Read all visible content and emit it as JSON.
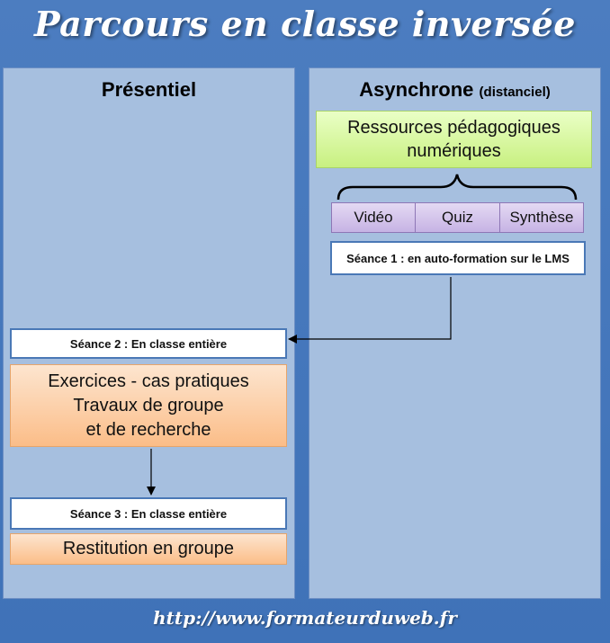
{
  "title": "Parcours en classe inversée",
  "left_column": {
    "heading": "Présentiel",
    "seance2": {
      "label": "Séance 2 : En classe entière",
      "content": [
        "Exercices - cas pratiques",
        "Travaux de groupe",
        "et de recherche"
      ]
    },
    "seance3": {
      "label": "Séance 3 : En classe entière",
      "content": "Restitution en groupe"
    }
  },
  "right_column": {
    "heading": "Asynchrone",
    "heading_note": "(distanciel)",
    "resources": "Ressources pédagogiques numériques",
    "resource_types": [
      "Vidéo",
      "Quiz",
      "Synthèse"
    ],
    "seance1": {
      "label": "Séance 1 : en auto-formation sur le LMS"
    }
  },
  "footer": "http://www.formateurduweb.fr",
  "colors": {
    "background": "#4a7bbf",
    "column": "#a6bfdf",
    "green_box": "#d4f59a",
    "purple_box": "#d3c4ec",
    "orange_box": "#fcc898",
    "session_border": "#4a78b6"
  }
}
